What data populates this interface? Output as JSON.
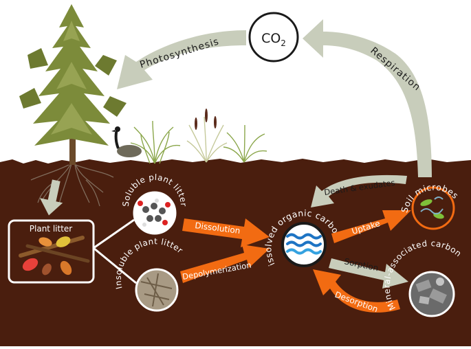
{
  "cycle": {
    "co2_prefix": "CO",
    "co2_subscript": "2",
    "photosynthesis": "Photosynthesis",
    "respiration": "Respiration"
  },
  "pools": {
    "plant_litter": "Plant litter",
    "soluble_plant_litter": "Soluble plant litter",
    "insoluble_plant_litter": "Insoluble plant litter",
    "dissolved_organic_carbon": "Dissolved organic carbon",
    "soil_microbes": "Soil microbes",
    "mineral_associated_carbon": "Mineral-associated carbon"
  },
  "processes": {
    "dissolution": "Dissolution",
    "depolymerization": "Depolymerization",
    "uptake": "Uptake",
    "death_exudates": "Death & exudates",
    "sorption": "Sorption",
    "desorption": "Desorption"
  },
  "colors": {
    "soil": "#4a1e0e",
    "orange_arrow": "#f26b12",
    "grey_arrow": "#c8cdbb",
    "tree_green": "#7c8b3a",
    "circle_dark": "#1a1a1a",
    "water": "#1e74c4"
  }
}
